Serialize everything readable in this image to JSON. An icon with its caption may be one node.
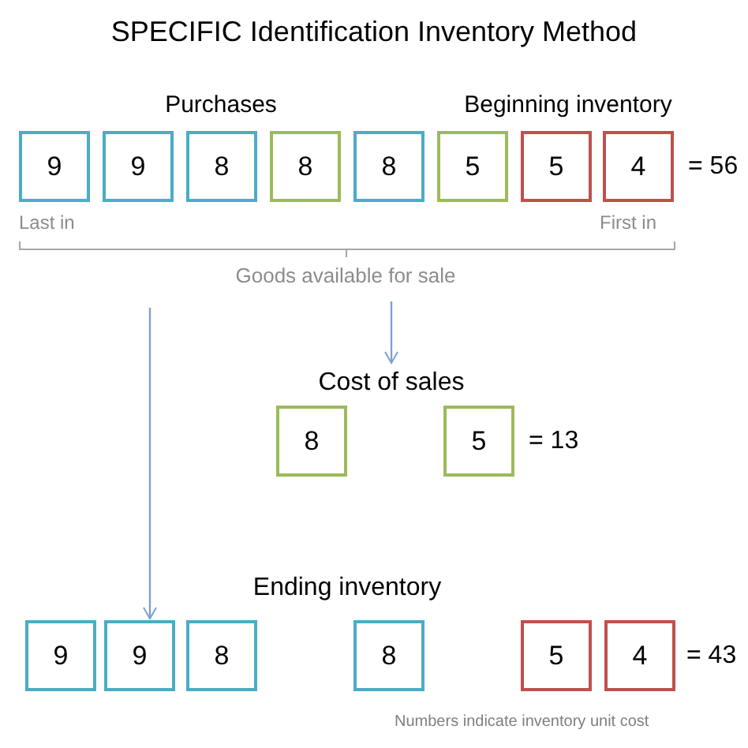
{
  "diagram": {
    "title": "SPECIFIC Identification Inventory Method",
    "nodes": [
      {
        "text": [
          "9"
        ],
        "beside": [
          "Last in"
        ]
      },
      {
        "text": [
          "9"
        ]
      },
      {
        "text": [
          "8"
        ]
      },
      {
        "text": [
          "8"
        ]
      },
      {
        "text": [
          "8"
        ]
      },
      {
        "text": [
          "5"
        ]
      },
      {
        "text": [
          "5"
        ]
      },
      {
        "text": [
          "4"
        ],
        "beside": [
          "First in",
          "= 56"
        ]
      },
      {
        "text": [
          "Goods available for sale"
        ]
      },
      {
        "text": [
          "Cost of sales"
        ]
      },
      {
        "text": [
          "8"
        ]
      },
      {
        "text": [
          "5"
        ],
        "beside": [
          "= 13"
        ]
      },
      {
        "text": [
          "Ending inventory"
        ]
      },
      {
        "text": [
          "9"
        ]
      },
      {
        "text": [
          "9"
        ]
      },
      {
        "text": [
          "8"
        ]
      },
      {
        "text": [
          "8"
        ]
      },
      {
        "text": [
          "5"
        ]
      },
      {
        "text": [
          "4"
        ],
        "beside": [
          "= 43"
        ]
      }
    ],
    "edges": [
      {
        "from": 8,
        "to": 9,
        "arrow": "to"
      },
      {
        "from": null,
        "to": 14,
        "arrow": "to"
      }
    ],
    "labels": [
      "Purchases",
      "Beginning inventory",
      "Numbers indicate inventory unit cost"
    ]
  }
}
